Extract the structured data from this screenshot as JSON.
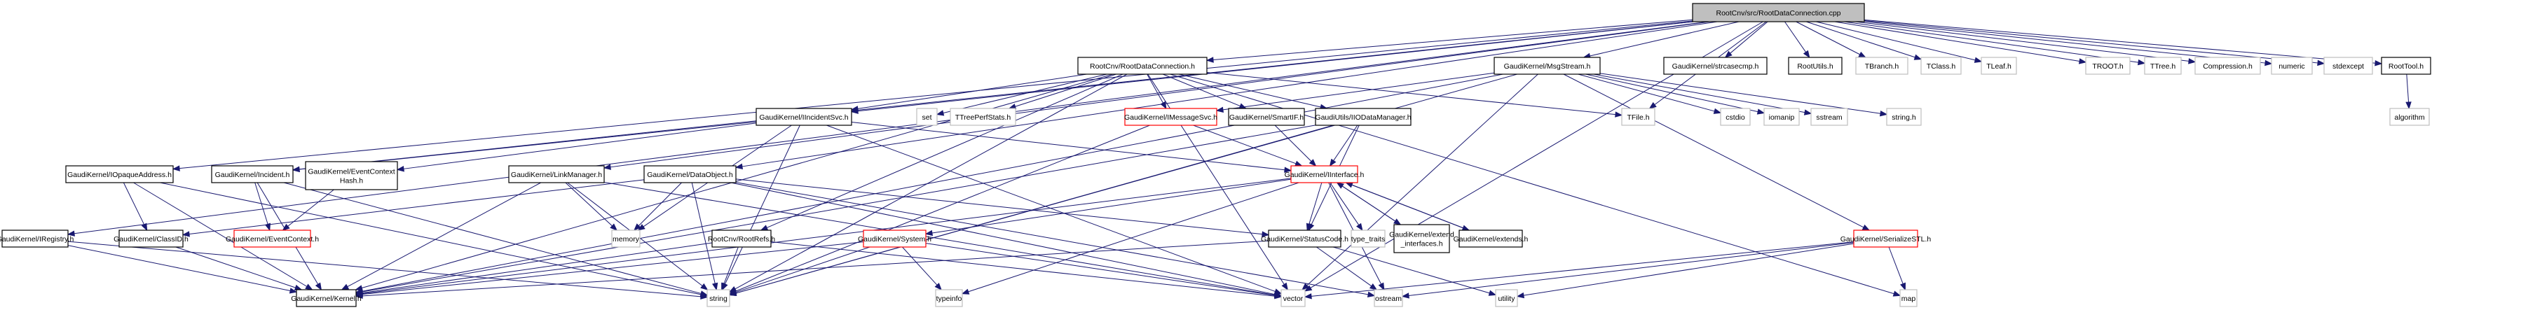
{
  "diagram": {
    "title": "RootCnv/src/RootDataConnection.cpp include dependency graph",
    "colors": {
      "edge": "#191970",
      "root_fill": "#bfbfbf",
      "root_border": "#000000",
      "documented_border": "#000000",
      "incomplete_border": "#ff0000",
      "external_border": "#bfbfbf",
      "node_fill": "#ffffff"
    },
    "nodes": [
      {
        "id": "cpp",
        "label": "RootCnv/src/RootDataConnection.cpp",
        "kind": "root"
      },
      {
        "id": "rdch",
        "label": "RootCnv/RootDataConnection.h",
        "kind": "documented"
      },
      {
        "id": "msgstream",
        "label": "GaudiKernel/MsgStream.h",
        "kind": "documented"
      },
      {
        "id": "strcasecmp",
        "label": "GaudiKernel/strcasecmp.h",
        "kind": "documented"
      },
      {
        "id": "rootutils",
        "label": "RootUtils.h",
        "kind": "documented"
      },
      {
        "id": "tbranch",
        "label": "TBranch.h",
        "kind": "external"
      },
      {
        "id": "tclass",
        "label": "TClass.h",
        "kind": "external"
      },
      {
        "id": "tleaf",
        "label": "TLeaf.h",
        "kind": "external"
      },
      {
        "id": "troot",
        "label": "TROOT.h",
        "kind": "external"
      },
      {
        "id": "ttree",
        "label": "TTree.h",
        "kind": "external"
      },
      {
        "id": "compression",
        "label": "Compression.h",
        "kind": "external"
      },
      {
        "id": "numeric",
        "label": "numeric",
        "kind": "external"
      },
      {
        "id": "stdexcept",
        "label": "stdexcept",
        "kind": "external"
      },
      {
        "id": "roottool",
        "label": "RootTool.h",
        "kind": "documented"
      },
      {
        "id": "algorithm",
        "label": "algorithm",
        "kind": "external"
      },
      {
        "id": "iincidentsvc",
        "label": "GaudiKernel/IIncidentSvc.h",
        "kind": "documented"
      },
      {
        "id": "set",
        "label": "set",
        "kind": "external"
      },
      {
        "id": "ttreeperf",
        "label": "TTreePerfStats.h",
        "kind": "external"
      },
      {
        "id": "imessagesvc",
        "label": "GaudiKernel/IMessageSvc.h",
        "kind": "incomplete"
      },
      {
        "id": "smartif",
        "label": "GaudiKernel/SmartIF.h",
        "kind": "documented"
      },
      {
        "id": "iiodatamgr",
        "label": "GaudiUtils/IIODataManager.h",
        "kind": "documented"
      },
      {
        "id": "tfile",
        "label": "TFile.h",
        "kind": "external"
      },
      {
        "id": "cstdio",
        "label": "cstdio",
        "kind": "external"
      },
      {
        "id": "iomanip",
        "label": "iomanip",
        "kind": "external"
      },
      {
        "id": "sstream",
        "label": "sstream",
        "kind": "external"
      },
      {
        "id": "stringh",
        "label": "string.h",
        "kind": "external"
      },
      {
        "id": "iopaque",
        "label": "GaudiKernel/IOpaqueAddress.h",
        "kind": "documented"
      },
      {
        "id": "incident",
        "label": "GaudiKernel/Incident.h",
        "kind": "documented"
      },
      {
        "id": "evctxhash",
        "label": "GaudiKernel/EventContext\nHash.h",
        "kind": "documented"
      },
      {
        "id": "linkmgr",
        "label": "GaudiKernel/LinkManager.h",
        "kind": "documented"
      },
      {
        "id": "dataobject",
        "label": "GaudiKernel/DataObject.h",
        "kind": "documented"
      },
      {
        "id": "iinterface",
        "label": "GaudiKernel/IInterface.h",
        "kind": "incomplete"
      },
      {
        "id": "iregistry",
        "label": "GaudiKernel/IRegistry.h",
        "kind": "documented"
      },
      {
        "id": "classid",
        "label": "GaudiKernel/ClassID.h",
        "kind": "documented"
      },
      {
        "id": "evctx",
        "label": "GaudiKernel/EventContext.h",
        "kind": "incomplete"
      },
      {
        "id": "memory",
        "label": "memory",
        "kind": "external"
      },
      {
        "id": "rootrefs",
        "label": "RootCnv/RootRefs.h",
        "kind": "documented"
      },
      {
        "id": "system",
        "label": "GaudiKernel/System.h",
        "kind": "incomplete"
      },
      {
        "id": "statuscode",
        "label": "GaudiKernel/StatusCode.h",
        "kind": "documented"
      },
      {
        "id": "typetraits",
        "label": "type_traits",
        "kind": "external"
      },
      {
        "id": "extendif",
        "label": "GaudiKernel/extend\n_interfaces.h",
        "kind": "documented"
      },
      {
        "id": "extends",
        "label": "GaudiKernel/extends.h",
        "kind": "documented"
      },
      {
        "id": "serializestl",
        "label": "GaudiKernel/SerializeSTL.h",
        "kind": "incomplete"
      },
      {
        "id": "kernel",
        "label": "GaudiKernel/Kernel.h",
        "kind": "documented"
      },
      {
        "id": "string",
        "label": "string",
        "kind": "external"
      },
      {
        "id": "typeinfo",
        "label": "typeinfo",
        "kind": "external"
      },
      {
        "id": "vector",
        "label": "vector",
        "kind": "external"
      },
      {
        "id": "ostream",
        "label": "ostream",
        "kind": "external"
      },
      {
        "id": "utility",
        "label": "utility",
        "kind": "external"
      },
      {
        "id": "map",
        "label": "map",
        "kind": "external"
      }
    ],
    "edges": [
      [
        "cpp",
        "rdch"
      ],
      [
        "cpp",
        "msgstream"
      ],
      [
        "cpp",
        "strcasecmp"
      ],
      [
        "cpp",
        "rootutils"
      ],
      [
        "cpp",
        "tbranch"
      ],
      [
        "cpp",
        "tclass"
      ],
      [
        "cpp",
        "tleaf"
      ],
      [
        "cpp",
        "troot"
      ],
      [
        "cpp",
        "ttree"
      ],
      [
        "cpp",
        "compression"
      ],
      [
        "cpp",
        "numeric"
      ],
      [
        "cpp",
        "stdexcept"
      ],
      [
        "cpp",
        "roottool"
      ],
      [
        "cpp",
        "iincidentsvc"
      ],
      [
        "cpp",
        "incident"
      ],
      [
        "cpp",
        "iregistry"
      ],
      [
        "cpp",
        "iopaque"
      ],
      [
        "cpp",
        "linkmgr"
      ],
      [
        "cpp",
        "dataobject"
      ],
      [
        "cpp",
        "tfile"
      ],
      [
        "cpp",
        "vector"
      ],
      [
        "rdch",
        "iincidentsvc"
      ],
      [
        "rdch",
        "set"
      ],
      [
        "rdch",
        "ttreeperf"
      ],
      [
        "rdch",
        "imessagesvc"
      ],
      [
        "rdch",
        "smartif"
      ],
      [
        "rdch",
        "iiodatamgr"
      ],
      [
        "rdch",
        "tfile"
      ],
      [
        "rdch",
        "rootrefs"
      ],
      [
        "rdch",
        "string"
      ],
      [
        "rdch",
        "kernel"
      ],
      [
        "rdch",
        "map"
      ],
      [
        "rdch",
        "vector"
      ],
      [
        "msgstream",
        "imessagesvc"
      ],
      [
        "msgstream",
        "cstdio"
      ],
      [
        "msgstream",
        "iomanip"
      ],
      [
        "msgstream",
        "sstream"
      ],
      [
        "msgstream",
        "stringh"
      ],
      [
        "msgstream",
        "serializestl"
      ],
      [
        "msgstream",
        "string"
      ],
      [
        "msgstream",
        "kernel"
      ],
      [
        "msgstream",
        "vector"
      ],
      [
        "roottool",
        "algorithm"
      ],
      [
        "iincidentsvc",
        "incident"
      ],
      [
        "iincidentsvc",
        "evctxhash"
      ],
      [
        "iincidentsvc",
        "iinterface"
      ],
      [
        "iincidentsvc",
        "string"
      ],
      [
        "iincidentsvc",
        "memory"
      ],
      [
        "iincidentsvc",
        "vector"
      ],
      [
        "imessagesvc",
        "iinterface"
      ],
      [
        "imessagesvc",
        "string"
      ],
      [
        "smartif",
        "iinterface"
      ],
      [
        "iiodatamgr",
        "iinterface"
      ],
      [
        "iiodatamgr",
        "kernel"
      ],
      [
        "iiodatamgr",
        "string"
      ],
      [
        "iiodatamgr",
        "statuscode"
      ],
      [
        "iopaque",
        "classid"
      ],
      [
        "iopaque",
        "kernel"
      ],
      [
        "iopaque",
        "string"
      ],
      [
        "incident",
        "evctx"
      ],
      [
        "incident",
        "kernel"
      ],
      [
        "incident",
        "string"
      ],
      [
        "evctxhash",
        "evctx"
      ],
      [
        "linkmgr",
        "memory"
      ],
      [
        "linkmgr",
        "kernel"
      ],
      [
        "linkmgr",
        "string"
      ],
      [
        "linkmgr",
        "vector"
      ],
      [
        "dataobject",
        "classid"
      ],
      [
        "dataobject",
        "statuscode"
      ],
      [
        "dataobject",
        "memory"
      ],
      [
        "dataobject",
        "string"
      ],
      [
        "dataobject",
        "vector"
      ],
      [
        "dataobject",
        "ostream"
      ],
      [
        "iinterface",
        "system"
      ],
      [
        "iinterface",
        "statuscode"
      ],
      [
        "iinterface",
        "typetraits"
      ],
      [
        "iinterface",
        "extendif"
      ],
      [
        "iinterface",
        "extends"
      ],
      [
        "iinterface",
        "typeinfo"
      ],
      [
        "iinterface",
        "kernel"
      ],
      [
        "iinterface",
        "ostream"
      ],
      [
        "extendif",
        "iinterface"
      ],
      [
        "extends",
        "iinterface"
      ],
      [
        "iregistry",
        "kernel"
      ],
      [
        "iregistry",
        "string"
      ],
      [
        "classid",
        "kernel"
      ],
      [
        "rootrefs",
        "kernel"
      ],
      [
        "rootrefs",
        "string"
      ],
      [
        "rootrefs",
        "vector"
      ],
      [
        "system",
        "kernel"
      ],
      [
        "system",
        "string"
      ],
      [
        "system",
        "typeinfo"
      ],
      [
        "system",
        "vector"
      ],
      [
        "statuscode",
        "kernel"
      ],
      [
        "statuscode",
        "ostream"
      ],
      [
        "statuscode",
        "utility"
      ],
      [
        "serializestl",
        "map"
      ],
      [
        "serializestl",
        "ostream"
      ],
      [
        "serializestl",
        "vector"
      ],
      [
        "serializestl",
        "utility"
      ]
    ]
  }
}
